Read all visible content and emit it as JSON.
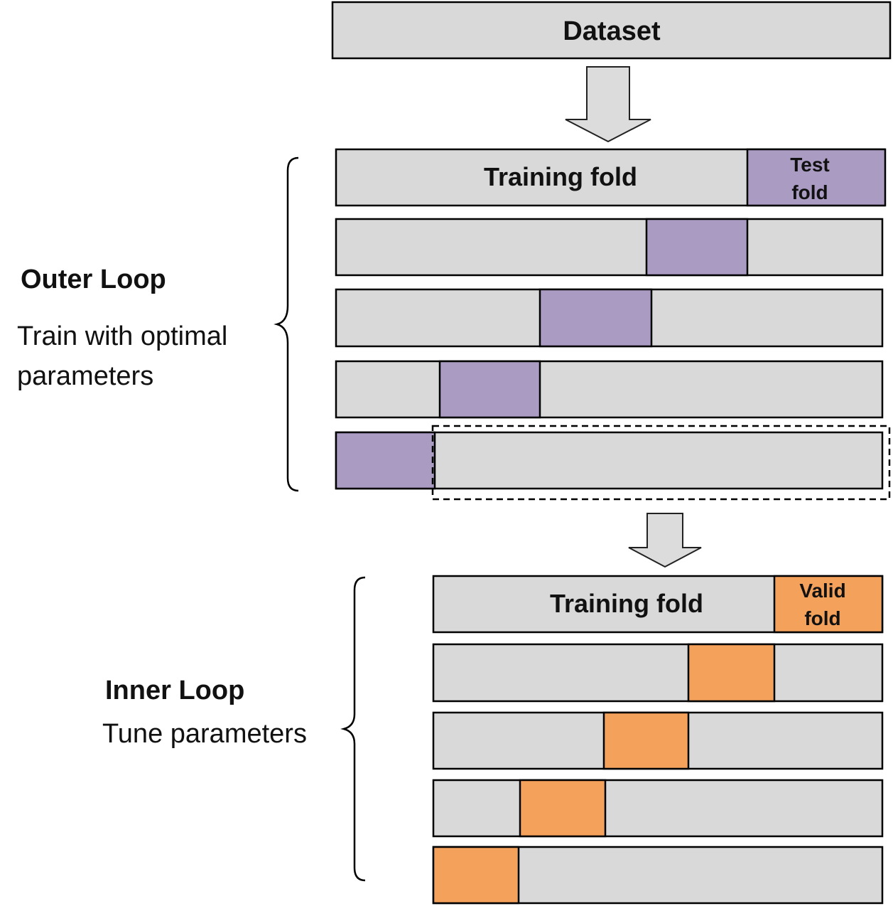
{
  "dataset": {
    "label": "Dataset"
  },
  "outer": {
    "title": "Outer Loop",
    "description_line1": "Train with optimal",
    "description_line2": "parameters",
    "training_label": "Training fold",
    "highlight_label_line1": "Test",
    "highlight_label_line2": "fold",
    "fold_count": 5
  },
  "inner": {
    "title": "Inner Loop",
    "description": "Tune parameters",
    "training_label": "Training fold",
    "highlight_label_line1": "Valid",
    "highlight_label_line2": "fold",
    "fold_count": 5
  },
  "colors": {
    "fold_fill": "#d9d9d9",
    "test_fold": "#aa9bc2",
    "valid_fold": "#f4a15c",
    "stroke": "#000000",
    "arrow_fill": "#dcdcdc"
  }
}
